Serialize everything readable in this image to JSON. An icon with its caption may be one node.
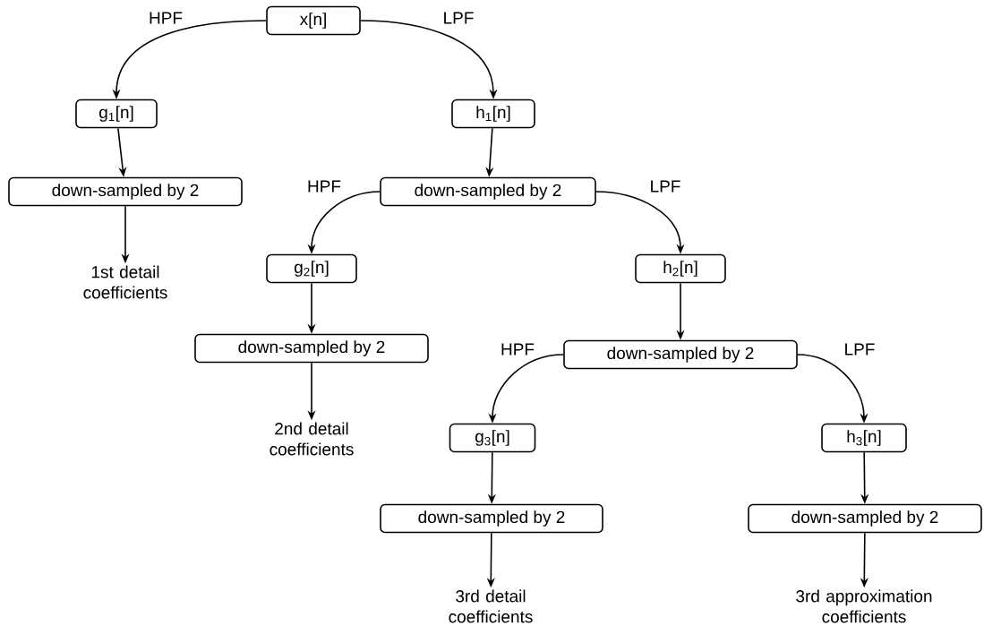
{
  "diagram": {
    "nodes": [
      {
        "text": [
          "x[n]"
        ]
      },
      {
        "text": [
          "g$_{1}$[n]"
        ]
      },
      {
        "text": [
          "h$_{1}$[n]"
        ]
      },
      {
        "text": [
          "down-sampled by 2"
        ]
      },
      {
        "text": [
          "down-sampled by 2"
        ]
      },
      {
        "text": [
          "1st detail coefficients"
        ]
      },
      {
        "text": [
          "g$_{2}$[n]"
        ]
      },
      {
        "text": [
          "h$_{2}$[n]"
        ]
      },
      {
        "text": [
          "down-sampled by 2"
        ]
      },
      {
        "text": [
          "down-sampled by 2"
        ]
      },
      {
        "text": [
          "2nd detail coefficients"
        ]
      },
      {
        "text": [
          "g$_{3}$[n]"
        ]
      },
      {
        "text": [
          "h$_{3}$[n]"
        ]
      },
      {
        "text": [
          "down-sampled by 2"
        ]
      },
      {
        "text": [
          "down-sampled by 2"
        ]
      },
      {
        "text": [
          "3rd detail coefficients"
        ]
      },
      {
        "text": [
          "3rd approximation coefficients"
        ]
      }
    ],
    "edges": [
      {
        "from": 0,
        "to": 1,
        "arrow": "to",
        "label": "HPF"
      },
      {
        "from": 0,
        "to": 2,
        "arrow": "to",
        "label": "LPF"
      },
      {
        "from": 1,
        "to": 3,
        "arrow": "to"
      },
      {
        "from": 2,
        "to": 4,
        "arrow": "to"
      },
      {
        "from": 3,
        "to": 5,
        "arrow": "to"
      },
      {
        "from": 4,
        "to": 6,
        "arrow": "to",
        "label": "HPF"
      },
      {
        "from": 4,
        "to": 7,
        "arrow": "to",
        "label": "LPF"
      },
      {
        "from": 6,
        "to": 8,
        "arrow": "to"
      },
      {
        "from": 7,
        "to": 9,
        "arrow": "to"
      },
      {
        "from": 8,
        "to": 10,
        "arrow": "to"
      },
      {
        "from": 9,
        "to": 11,
        "arrow": "to",
        "label": "HPF"
      },
      {
        "from": 9,
        "to": 12,
        "arrow": "to",
        "label": "LPF"
      },
      {
        "from": 11,
        "to": 13,
        "arrow": "to"
      },
      {
        "from": 12,
        "to": 14,
        "arrow": "to"
      },
      {
        "from": 13,
        "to": 15,
        "arrow": "to"
      },
      {
        "from": 14,
        "to": 16,
        "arrow": "to"
      }
    ]
  }
}
